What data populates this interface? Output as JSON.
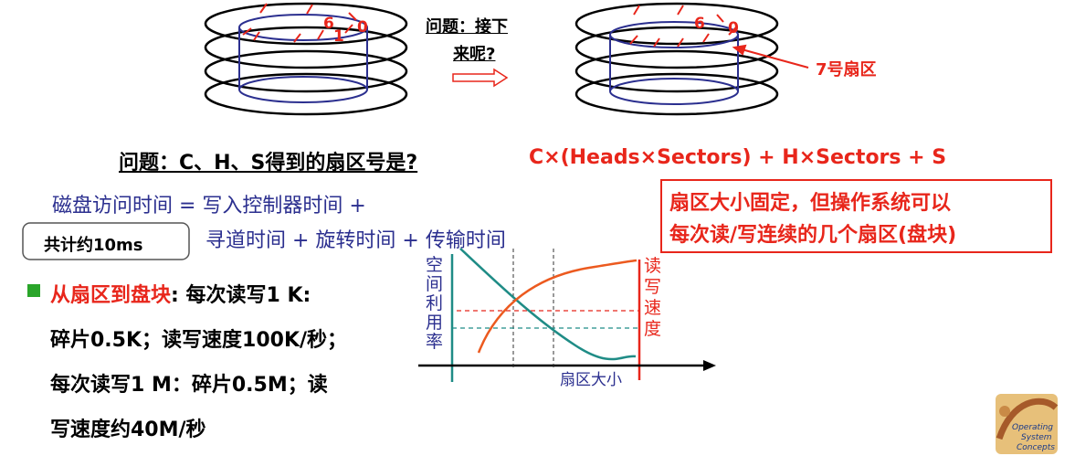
{
  "disk_left": {
    "label_6": "6",
    "label_1": "1",
    "label_0": "0"
  },
  "disk_right": {
    "label_6": "6",
    "label_0": "0",
    "sector_callout": "7号扇区"
  },
  "question_top": {
    "line1": "问题：接下",
    "line2": "来呢?"
  },
  "mapping": {
    "question": "问题：C、H、S得到的扇区号是?",
    "formula": "C×(Heads×Sectors) + H×Sectors + S"
  },
  "access_time": {
    "line1": "磁盘访问时间 =  写入控制器时间 +",
    "line2": "寻道时间 + 旋转时间 + 传输时间",
    "total_box": "共计约10ms"
  },
  "note_box": {
    "line1": "扇区大小固定，但操作系统可以",
    "line2": "每次读/写连续的几个扇区(盘块)"
  },
  "sector_to_block": {
    "bullet_label": "从扇区到盘块",
    "line1_rest": ": 每次读写1 K:",
    "line2": "碎片0.5K；读写速度100K/秒；",
    "line3": "每次读写1 M：碎片0.5M；读",
    "line4": "写速度约40M/秒"
  },
  "tradeoff_plot": {
    "left_axis_label": "空间利用率",
    "right_axis_label": "读写速度",
    "x_axis_label": "扇区大小"
  },
  "logo": {
    "line1": "Operating",
    "line2": "System",
    "line3": "Concepts"
  },
  "colors": {
    "red": "#e8261b",
    "blue": "#2b2f8f",
    "teal": "#1f8c86",
    "orange": "#ec5a1f",
    "black": "#000000"
  }
}
